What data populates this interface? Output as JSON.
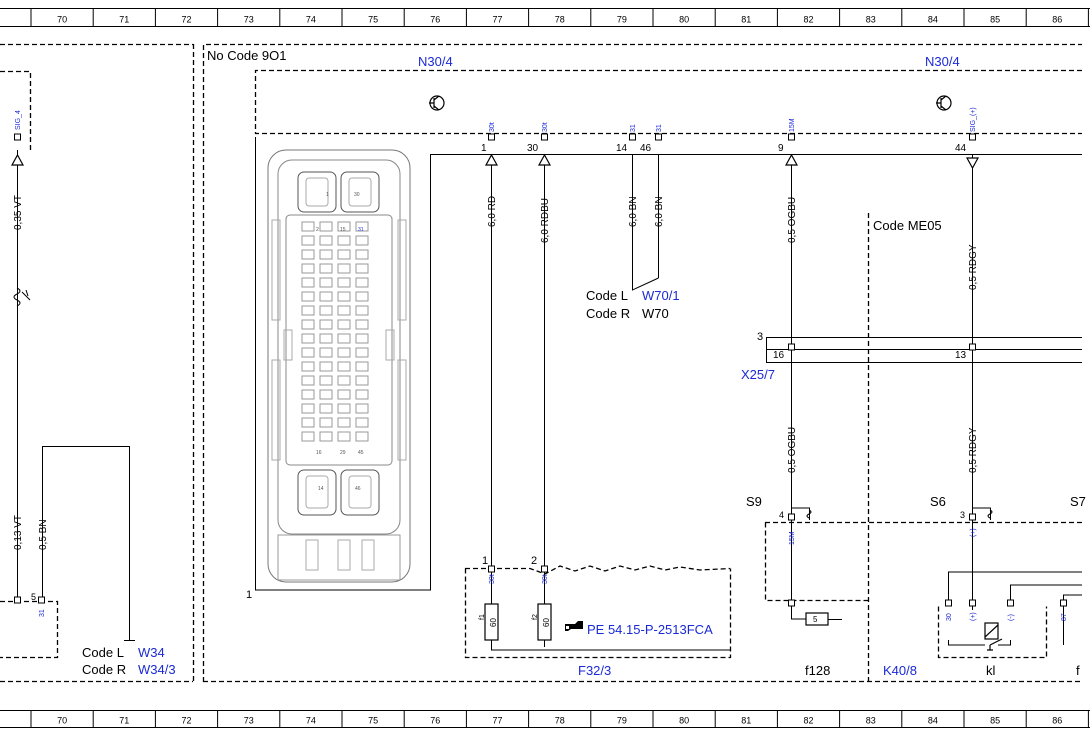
{
  "grid": {
    "top_numbers": [
      "70",
      "71",
      "72",
      "73",
      "74",
      "75",
      "76",
      "77",
      "78",
      "79",
      "80",
      "81",
      "82",
      "83",
      "84",
      "85",
      "86"
    ],
    "bottom_numbers": [
      "70",
      "71",
      "72",
      "73",
      "74",
      "75",
      "76",
      "77",
      "78",
      "79",
      "80",
      "81",
      "82",
      "83",
      "84",
      "85",
      "86"
    ]
  },
  "colors": {
    "link": "#1a2ad6",
    "line": "#000000",
    "grey": "#6a6a6a"
  },
  "labels": {
    "no_code": "No Code 9O1",
    "n30_4_left": "N30/4",
    "n30_4_right": "N30/4",
    "code_me05": "Code ME05",
    "code_l_a": "Code L",
    "w70_1": "W70/1",
    "code_r_a": "Code R",
    "w70": "W70",
    "code_l_b": "Code L",
    "w34": "W34",
    "code_r_b": "Code R",
    "w34_3": "W34/3",
    "x25_7": "X25/7",
    "f32_3": "F32/3",
    "f128": "f128",
    "k40_8": "K40/8",
    "kl": "kl",
    "f_edge": "f",
    "s9": "S9",
    "s6": "S6",
    "s_edge": "S7",
    "pe_ref": "PE 54.15-P-2513FCA",
    "pin1": "1",
    "pin30": "30",
    "pin14": "14",
    "pin46": "46",
    "pin9": "9",
    "pin44": "44",
    "x25_pin3": "3",
    "x25_pin16": "16",
    "x25_pin13": "13",
    "conn_pin1": "1",
    "f_pin1": "1",
    "f_pin2": "2",
    "s9_pin": "4",
    "s6_pin": "3",
    "left_pin5": "5",
    "f128_val": "5",
    "w_035": "0,35 VT",
    "w_013": "0,13 VT",
    "w_05bn": "0,5 BN",
    "w_6rd": "6,0 RD",
    "w_6rdbu": "6,0 RDBU",
    "w_6bn_a": "6,0 BN",
    "w_6bn_b": "6,0 BN",
    "w_05ogbu_a": "0,5 OGBU",
    "w_05ogbu_b": "0,5 OGBU",
    "w_05rdgy_a": "0,5 RDGY",
    "w_05rdgy_b": "0,5 RDGY",
    "sig4": "SIG_4",
    "sig_plus": "SIG_(+)",
    "t30t_a": "30t",
    "t30t_b": "30t",
    "t31_a": "31",
    "t31_b": "31",
    "t15m_a": "15M",
    "t15m_b": "15M",
    "t30t_c": "30t",
    "t30t_d": "30t",
    "t31_left": "31",
    "t_plus_a": "(+)",
    "t30_k": "30",
    "t_plus_k": "(+)",
    "t_minus_k": "(-)",
    "t87_k": "87",
    "fuse_f1": "f1",
    "fuse_f2": "f2",
    "fuse_60a": "60",
    "fuse_60b": "60",
    "conn_30": "30",
    "conn_31": "31",
    "conn_15": "15",
    "conn_16": "16",
    "conn_29": "29",
    "conn_45": "45",
    "conn_14": "14",
    "conn_46": "46"
  }
}
